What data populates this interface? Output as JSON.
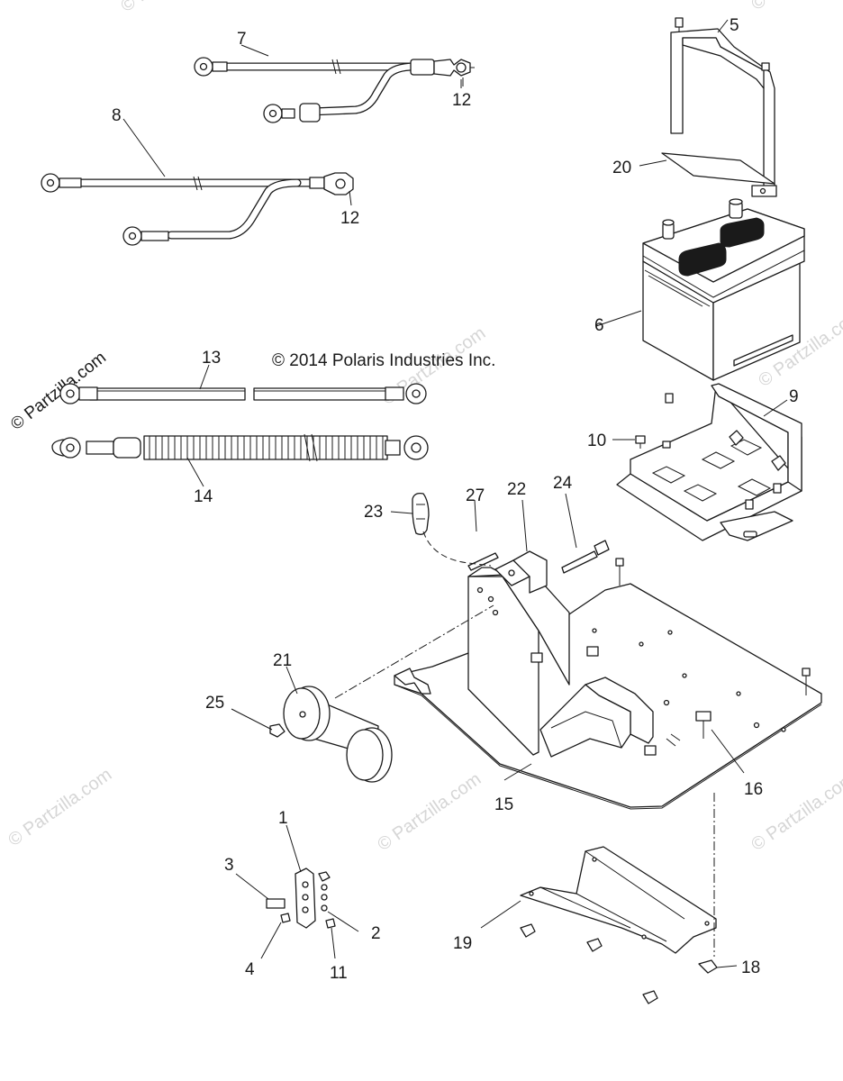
{
  "copyright": "© 2014 Polaris Industries Inc.",
  "watermark": {
    "main": "© Partzilla.com",
    "faint": "© Partzilla.com"
  },
  "callouts": {
    "c1": "1",
    "c2": "2",
    "c3": "3",
    "c4": "4",
    "c5": "5",
    "c6": "6",
    "c7": "7",
    "c8": "8",
    "c9": "9",
    "c10": "10",
    "c11": "11",
    "c12a": "12",
    "c12b": "12",
    "c13": "13",
    "c14": "14",
    "c15": "15",
    "c16": "16",
    "c18": "18",
    "c19": "19",
    "c20": "20",
    "c21": "21",
    "c22": "22",
    "c23": "23",
    "c24": "24",
    "c25": "25",
    "c27": "27"
  }
}
